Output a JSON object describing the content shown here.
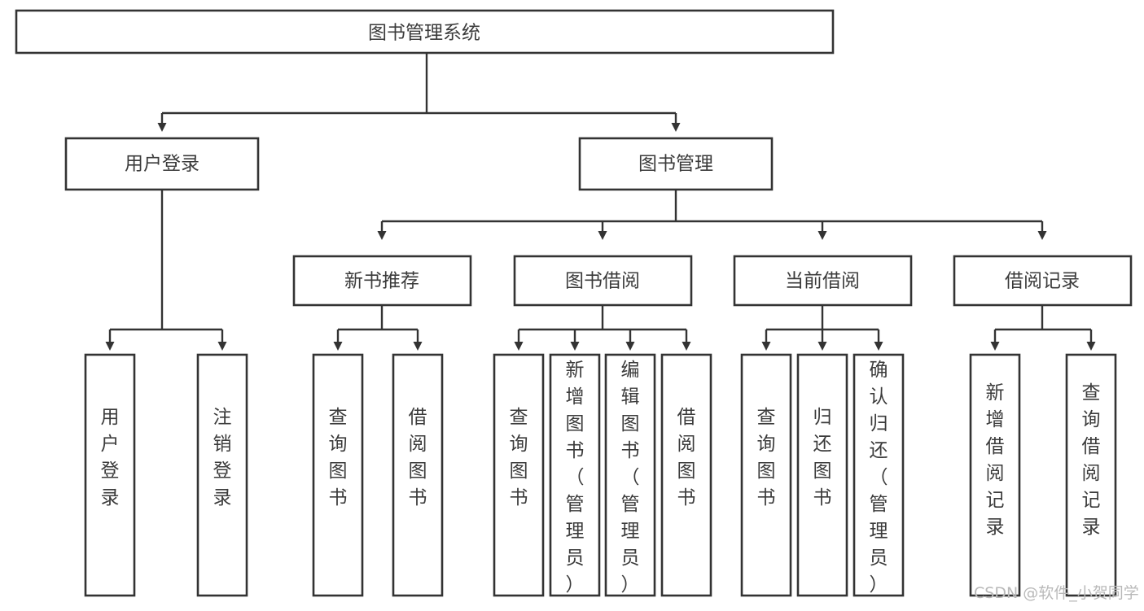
{
  "diagram": {
    "type": "hierarchy-tree",
    "orientation": "top-down",
    "root": {
      "id": "root",
      "label": "图书管理系统"
    },
    "level2": [
      {
        "id": "user-login",
        "label": "用户登录"
      },
      {
        "id": "book-management",
        "label": "图书管理"
      }
    ],
    "level3": [
      {
        "id": "new-book-recommend",
        "label": "新书推荐",
        "parent": "book-management"
      },
      {
        "id": "book-borrow",
        "label": "图书借阅",
        "parent": "book-management"
      },
      {
        "id": "current-borrow",
        "label": "当前借阅",
        "parent": "book-management"
      },
      {
        "id": "borrow-record",
        "label": "借阅记录",
        "parent": "book-management"
      }
    ],
    "leaves": [
      {
        "id": "leaf-user-login",
        "label": "用户登录",
        "parent": "user-login"
      },
      {
        "id": "leaf-logout",
        "label": "注销登录",
        "parent": "user-login"
      },
      {
        "id": "leaf-query-book-1",
        "label": "查询图书",
        "parent": "new-book-recommend"
      },
      {
        "id": "leaf-borrow-book-1",
        "label": "借阅图书",
        "parent": "new-book-recommend"
      },
      {
        "id": "leaf-query-book-2",
        "label": "查询图书",
        "parent": "book-borrow"
      },
      {
        "id": "leaf-add-book",
        "label": "新增图书（管理员）",
        "parent": "book-borrow"
      },
      {
        "id": "leaf-edit-book",
        "label": "编辑图书（管理员）",
        "parent": "book-borrow"
      },
      {
        "id": "leaf-borrow-book-2",
        "label": "借阅图书",
        "parent": "book-borrow"
      },
      {
        "id": "leaf-query-book-3",
        "label": "查询图书",
        "parent": "current-borrow"
      },
      {
        "id": "leaf-return-book",
        "label": "归还图书",
        "parent": "current-borrow"
      },
      {
        "id": "leaf-confirm-return",
        "label": "确认归还（管理员）",
        "parent": "current-borrow"
      },
      {
        "id": "leaf-add-record",
        "label": "新增借阅记录",
        "parent": "borrow-record"
      },
      {
        "id": "leaf-query-record",
        "label": "查询借阅记录",
        "parent": "borrow-record"
      }
    ],
    "colors": {
      "box_stroke": "#333333",
      "box_fill": "#ffffff",
      "text": "#3b3b3b",
      "connector": "#333333",
      "watermark": "#b9b9b9",
      "background": "#ffffff"
    }
  },
  "watermark": {
    "text": "CSDN @软件_小贺同学"
  }
}
